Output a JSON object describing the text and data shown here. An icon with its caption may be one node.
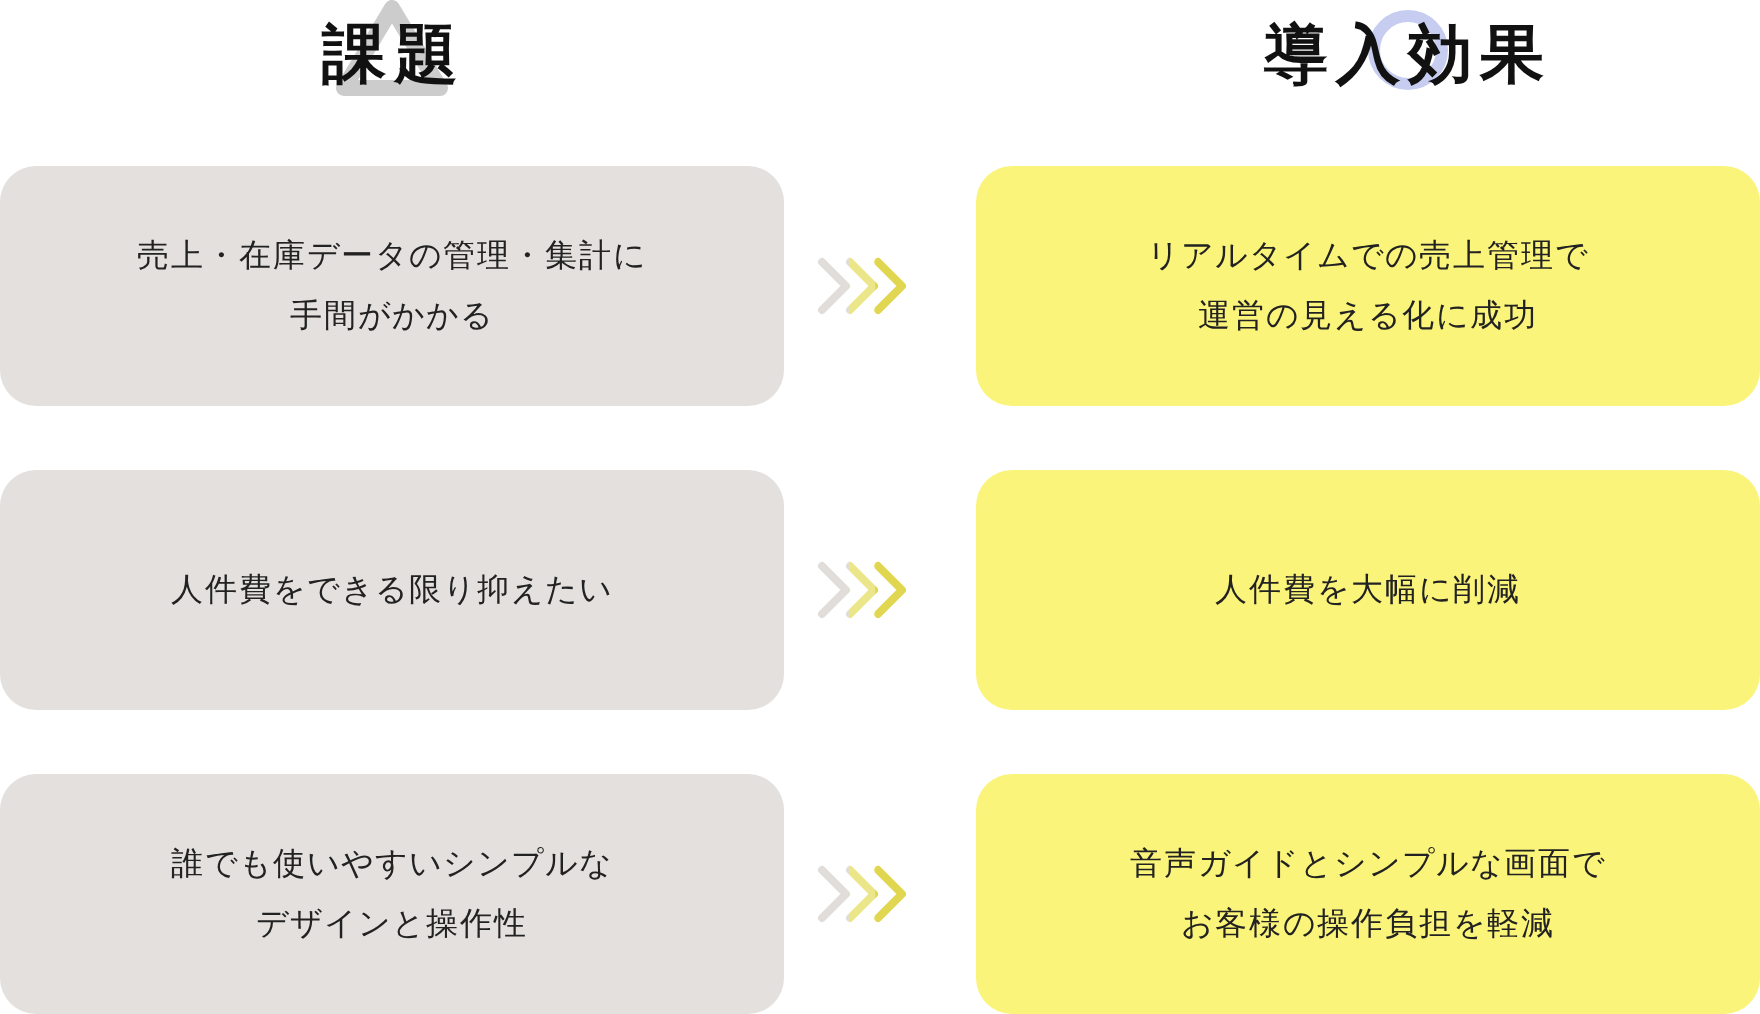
{
  "diagram": {
    "nodes": [
      {
        "text": [
          "売上・在庫データの管理・集計に手間がかかる"
        ]
      },
      {
        "text": [
          "人件費をできる限り抑えたい"
        ]
      },
      {
        "text": [
          "誰でも使いやすいシンプルなデザインと操作性"
        ]
      },
      {
        "text": [
          "リアルタイムでの売上管理で運営の見える化に成功"
        ]
      },
      {
        "text": [
          "人件費を大幅に削減"
        ]
      },
      {
        "text": [
          "音声ガイドとシンプルな画面でお客様の操作負担を軽減"
        ]
      }
    ],
    "edges": [
      {
        "from": 0,
        "to": 3,
        "arrow": "to"
      },
      {
        "from": 1,
        "to": 4,
        "arrow": "to"
      },
      {
        "from": 2,
        "to": 5,
        "arrow": "to"
      }
    ],
    "labels": [
      "課題",
      "導入効果"
    ]
  }
}
